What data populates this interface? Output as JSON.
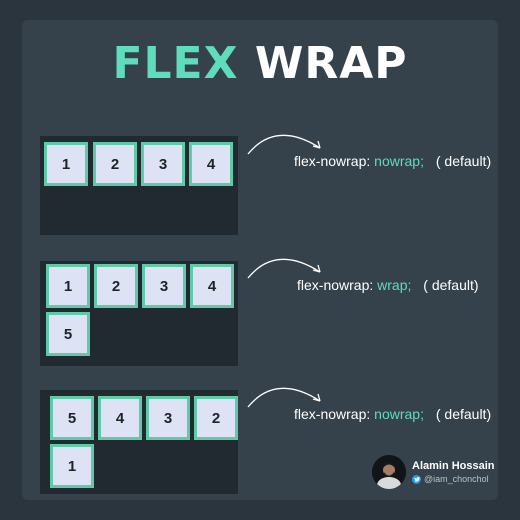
{
  "title": {
    "word1": "FLEX",
    "word2": "WRAP"
  },
  "examples": [
    {
      "boxes": [
        "1",
        "2",
        "3",
        "4"
      ],
      "property": "flex-nowrap:",
      "value": "nowrap;",
      "note": "( default)"
    },
    {
      "boxes": [
        "1",
        "2",
        "3",
        "4",
        "5"
      ],
      "property": "flex-nowrap:",
      "value": "wrap;",
      "note": "( default)"
    },
    {
      "boxes": [
        "5",
        "4",
        "3",
        "2",
        "1"
      ],
      "property": "flex-nowrap:",
      "value": "nowrap;",
      "note": "( default)"
    }
  ],
  "author": {
    "name": "Alamin Hossain",
    "handle": "@iam_chonchol",
    "handle_icon": "twitter-icon"
  },
  "colors": {
    "accent": "#5fdcbc",
    "background": "#2b353d",
    "card": "#36424b",
    "container": "#212a30",
    "box": "#dde3f5",
    "box_border": "#5fc9a8"
  }
}
